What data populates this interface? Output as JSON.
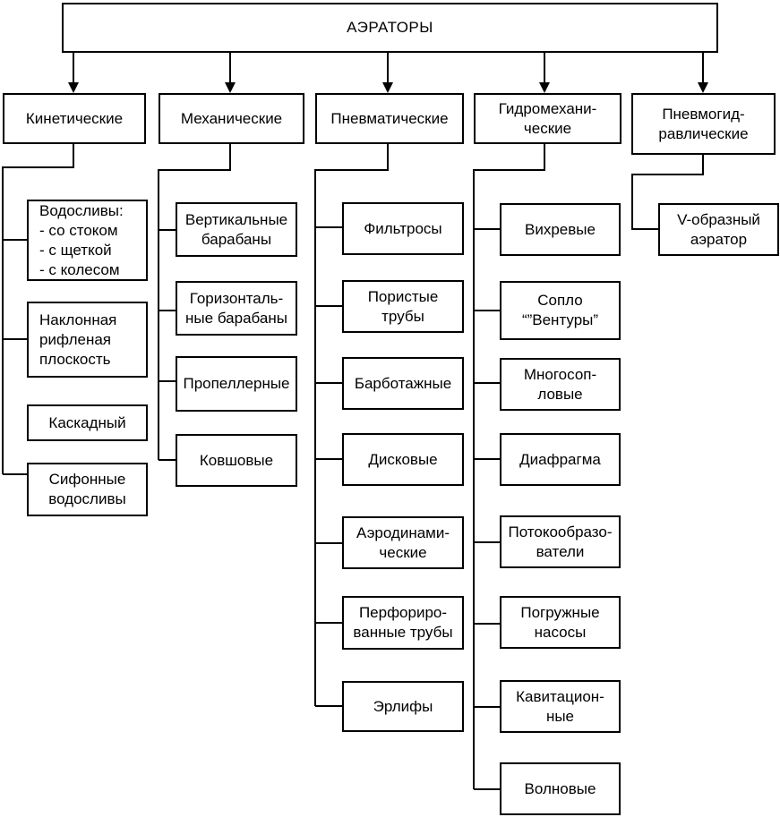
{
  "root": "АЭРАТОРЫ",
  "categories": [
    {
      "title": "Кинетические",
      "items": [
        "Водосливы:\n- со стоком\n- с щеткой\n- с колесом",
        "Наклонная\nрифленая\nплоскость",
        "Каскадный",
        "Сифонные\nводосливы"
      ]
    },
    {
      "title": "Механические",
      "items": [
        "Вертикальные\nбарабаны",
        "Горизонталь-\nные барабаны",
        "Пропеллерные",
        "Ковшовые"
      ]
    },
    {
      "title": "Пневматические",
      "items": [
        "Фильтросы",
        "Пористые\nтрубы",
        "Барботажные",
        "Дисковые",
        "Аэродинами-\nческие",
        "Перфориро-\nванные трубы",
        "Эрлифы"
      ]
    },
    {
      "title": "Гидромехани-\nческие",
      "items": [
        "Вихревые",
        "Сопло\n“”Вентуры”",
        "Многосоп-\nловые",
        "Диафрагма",
        "Потокообразо-\nватели",
        "Погружные\nнасосы",
        "Кавитацион-\nные",
        "Волновые"
      ]
    },
    {
      "title": "Пневмогид-\nравлические",
      "items": [
        "V-образный\nаэратор"
      ]
    }
  ]
}
